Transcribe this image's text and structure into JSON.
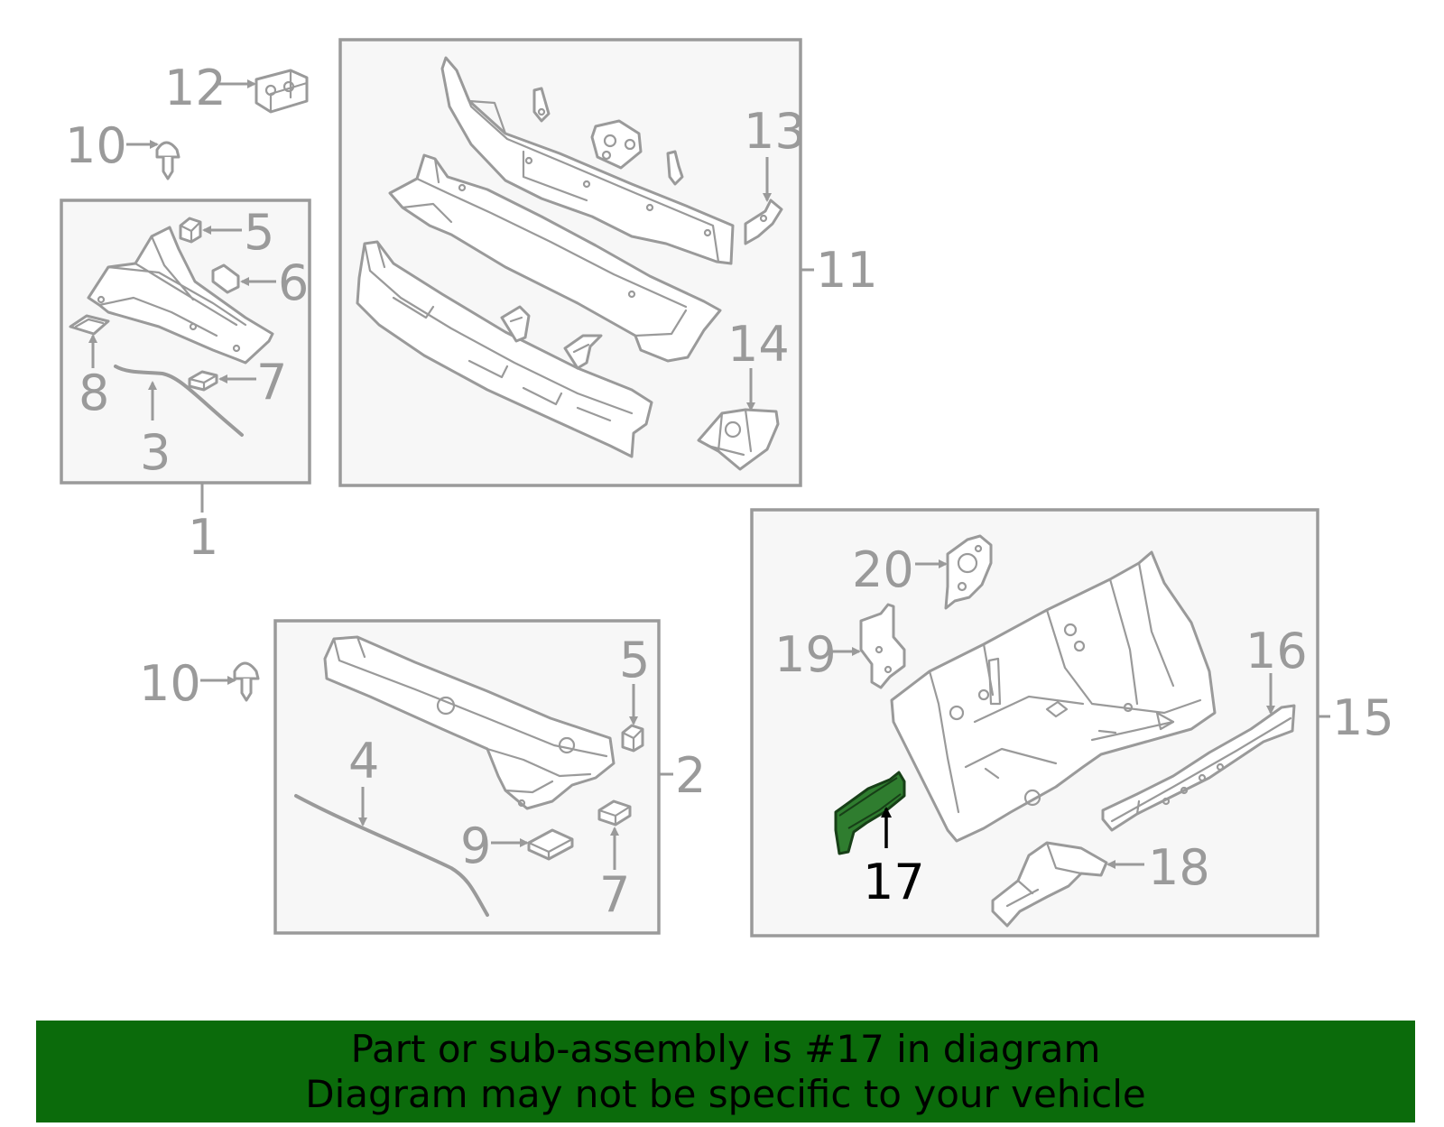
{
  "diagram": {
    "highlight_color": "#2f7d2f",
    "line_color": "#9a9a9a",
    "callouts": {
      "c1": "1",
      "c2": "2",
      "c3": "3",
      "c4": "4",
      "c5a": "5",
      "c5b": "5",
      "c6": "6",
      "c7a": "7",
      "c7b": "7",
      "c8": "8",
      "c9": "9",
      "c10a": "10",
      "c10b": "10",
      "c11": "11",
      "c12": "12",
      "c13": "13",
      "c14": "14",
      "c15": "15",
      "c16": "16",
      "c17": "17",
      "c18": "18",
      "c19": "19",
      "c20": "20"
    },
    "highlighted_part": "17"
  },
  "banner": {
    "background": "#0b6b0b",
    "line1": "Part or sub-assembly is #17 in diagram",
    "line2": "Diagram may not be specific to your vehicle"
  }
}
